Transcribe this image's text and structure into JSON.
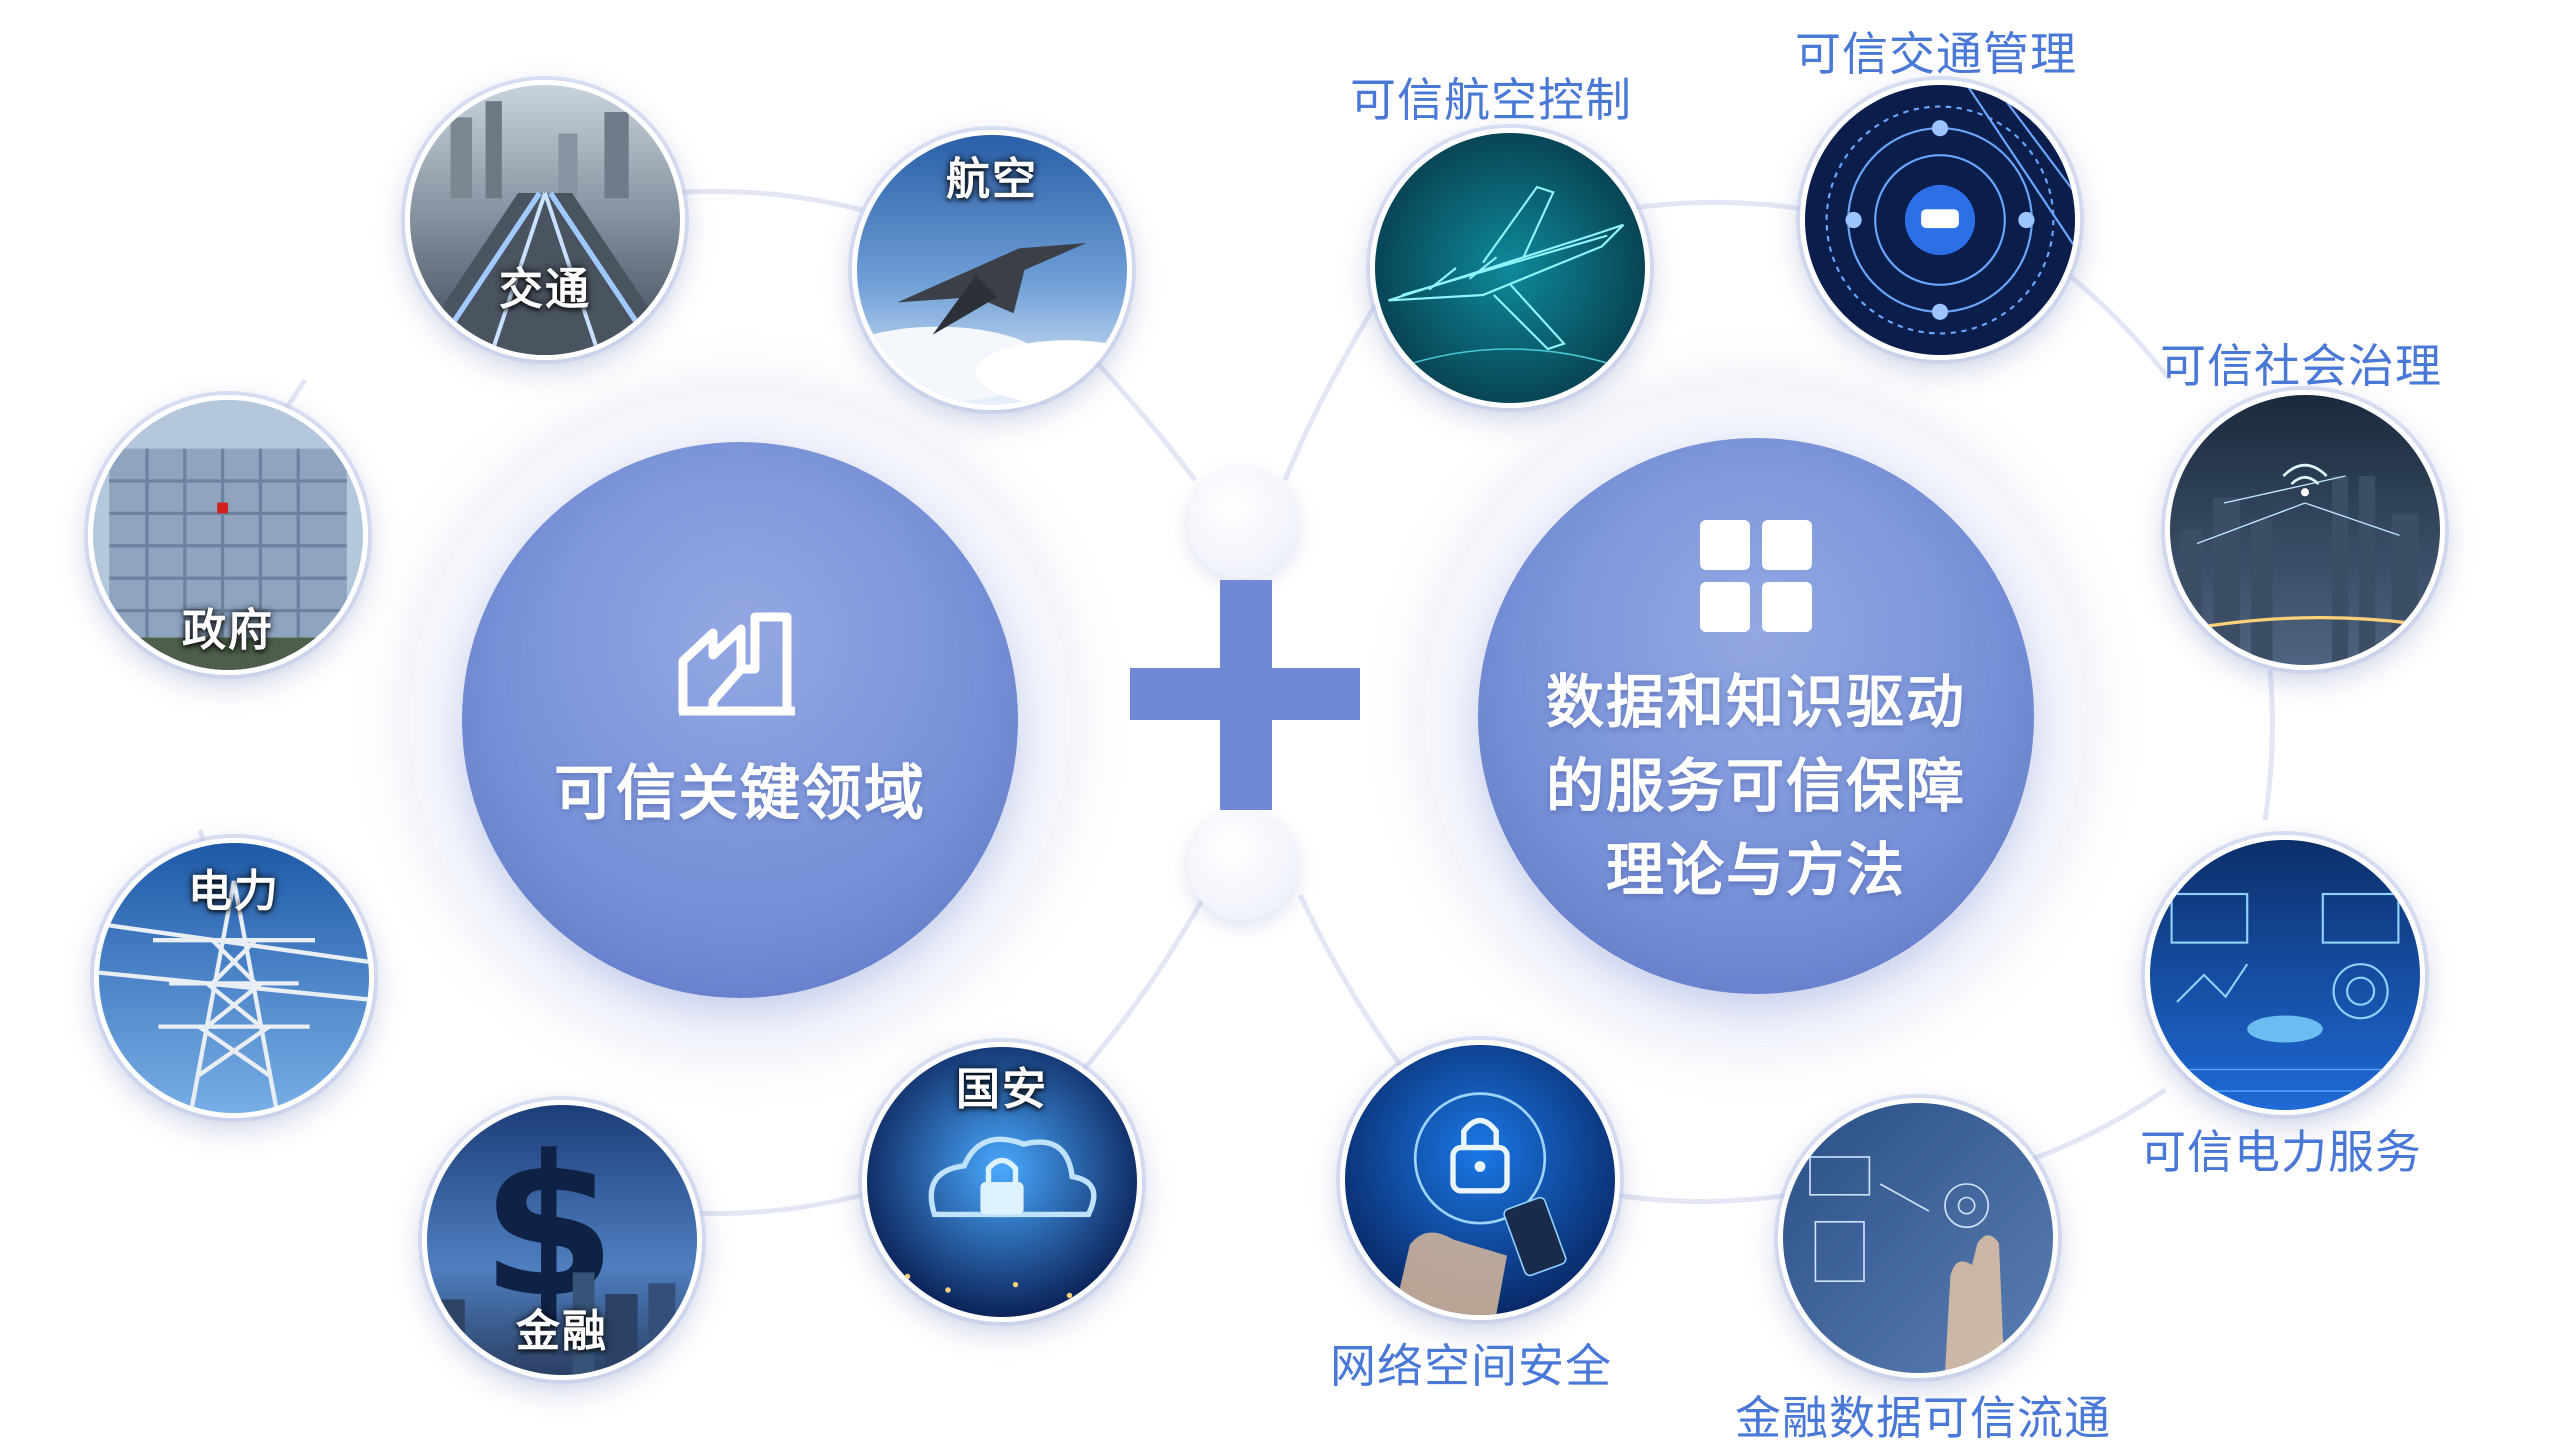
{
  "left_hub": {
    "title": "可信关键领域",
    "icon": "building-outline-icon"
  },
  "right_hub": {
    "title_lines": [
      "数据和知识驱动",
      "的服务可信保障",
      "理论与方法"
    ],
    "icon": "grid-squares-icon"
  },
  "plus_symbol": "plus-icon",
  "domains": [
    {
      "key": "traffic",
      "label": "交通"
    },
    {
      "key": "aviation",
      "label": "航空"
    },
    {
      "key": "government",
      "label": "政府"
    },
    {
      "key": "power",
      "label": "电力"
    },
    {
      "key": "finance",
      "label": "金融"
    },
    {
      "key": "security",
      "label": "国安"
    }
  ],
  "services": [
    {
      "key": "trusted-aviation-control",
      "label": "可信航空控制"
    },
    {
      "key": "trusted-traffic-management",
      "label": "可信交通管理"
    },
    {
      "key": "trusted-social-governance",
      "label": "可信社会治理"
    },
    {
      "key": "trusted-power-service",
      "label": "可信电力服务"
    },
    {
      "key": "financial-data-trusted-circulation",
      "label": "金融数据可信流通"
    },
    {
      "key": "cyberspace-security",
      "label": "网络空间安全"
    }
  ],
  "colors": {
    "hub_fill": "#7891d8",
    "plus": "#7189d4",
    "service_label": "#4a78d6",
    "connector": "#dfe4f5"
  }
}
